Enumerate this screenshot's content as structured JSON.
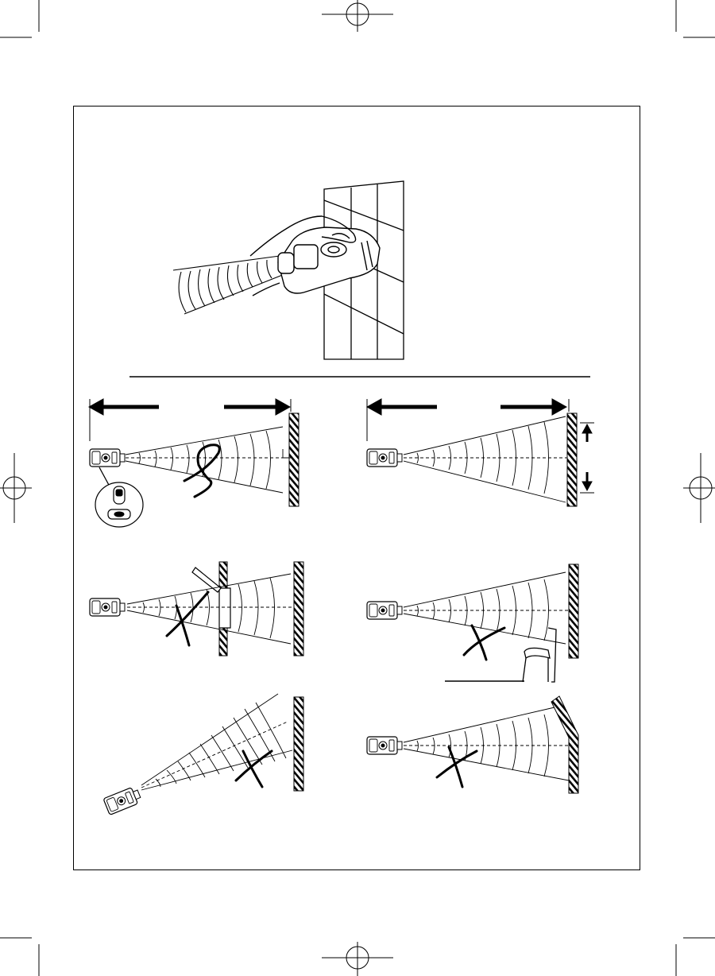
{
  "document": {
    "type": "instruction-manual-illustration-page",
    "colors": {
      "ink": "#000000",
      "paper": "#ffffff"
    },
    "top_illustration": {
      "icon": "hand-holding-detector-icon"
    },
    "panels": [
      {
        "id": "panel-valid-range",
        "icons": [
          "detector-icon",
          "range-arrow-icon",
          "wall-icon",
          "loop-squiggle-icon",
          "keypad-inset-icon"
        ]
      },
      {
        "id": "panel-sweep-wall",
        "icons": [
          "detector-icon",
          "range-arrow-icon",
          "wall-icon",
          "up-arrow-icon",
          "down-arrow-icon"
        ]
      },
      {
        "id": "panel-obstacle-opening",
        "icons": [
          "detector-icon",
          "wall-icon",
          "cross-mark-icon"
        ]
      },
      {
        "id": "panel-obstacle-chair",
        "icons": [
          "detector-icon",
          "wall-icon",
          "chair-icon",
          "cross-mark-icon"
        ]
      },
      {
        "id": "panel-angled-device",
        "icons": [
          "detector-icon",
          "wall-icon",
          "cross-mark-icon"
        ]
      },
      {
        "id": "panel-angled-wall",
        "icons": [
          "detector-icon",
          "wall-icon",
          "cross-mark-icon"
        ]
      }
    ]
  }
}
